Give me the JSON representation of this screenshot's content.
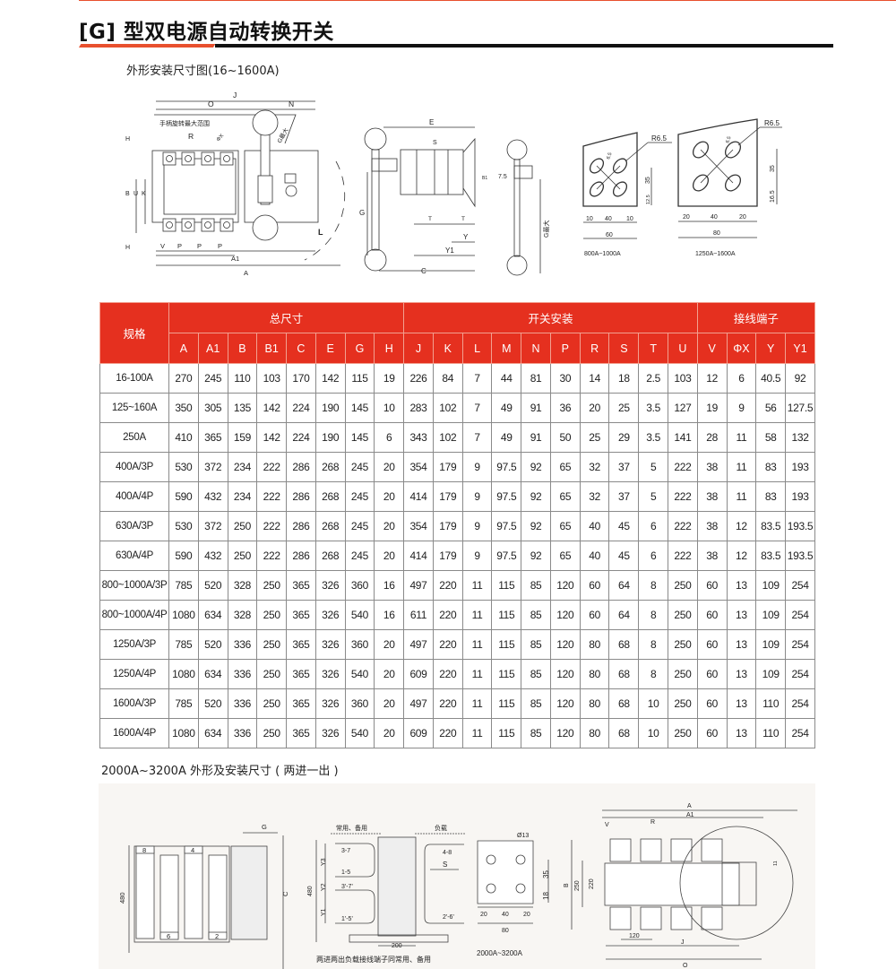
{
  "header": {
    "title": "[G] 型双电源自动转换开关",
    "subtitle": "外形安装尺寸图(16~1600A)"
  },
  "colors": {
    "accent": "#e5301f",
    "underline_dark": "#111111"
  },
  "drawing_top": {
    "front": {
      "J": "J",
      "O": "O",
      "N": "N",
      "H": "H",
      "R": "R",
      "B": "B",
      "U": "U",
      "K": "K",
      "L": "L",
      "V": "V",
      "P": "P",
      "A1": "A1",
      "A": "A",
      "range_note": "手柄旋转最大范围",
      "gmax": "G最大",
      "phi": "ΦX"
    },
    "side": {
      "E": "E",
      "S": "S",
      "B1": "B1",
      "G": "G",
      "T": "T",
      "Y": "Y",
      "Y1": "Y1",
      "C": "C",
      "d75": "7.5",
      "gmax": "G最大"
    },
    "plate1": {
      "r": "R6.5",
      "w": "6.5",
      "d35": "35",
      "d125": "12.5",
      "d10a": "10",
      "d40": "40",
      "d10b": "10",
      "d60": "60",
      "caption": "800A~1000A"
    },
    "plate2": {
      "r": "R6.5",
      "w": "6.5",
      "d35": "35",
      "d165": "16.5",
      "d20a": "20",
      "d40": "40",
      "d20b": "20",
      "d80": "80",
      "caption": "1250A~1600A"
    }
  },
  "table": {
    "spec_header": "规格",
    "groups": [
      {
        "label": "总尺寸",
        "span": 8
      },
      {
        "label": "开关安装",
        "span": 10
      },
      {
        "label": "接线端子",
        "span": 4
      }
    ],
    "columns": [
      "A",
      "A1",
      "B",
      "B1",
      "C",
      "E",
      "G",
      "H",
      "J",
      "K",
      "L",
      "M",
      "N",
      "P",
      "R",
      "S",
      "T",
      "U",
      "V",
      "ΦX",
      "Y",
      "Y1"
    ],
    "rows": [
      {
        "spec": "16-100A",
        "values": [
          "270",
          "245",
          "110",
          "103",
          "170",
          "142",
          "115",
          "19",
          "226",
          "84",
          "7",
          "44",
          "81",
          "30",
          "14",
          "18",
          "2.5",
          "103",
          "12",
          "6",
          "40.5",
          "92"
        ]
      },
      {
        "spec": "125~160A",
        "values": [
          "350",
          "305",
          "135",
          "142",
          "224",
          "190",
          "145",
          "10",
          "283",
          "102",
          "7",
          "49",
          "91",
          "36",
          "20",
          "25",
          "3.5",
          "127",
          "19",
          "9",
          "56",
          "127.5"
        ]
      },
      {
        "spec": "250A",
        "values": [
          "410",
          "365",
          "159",
          "142",
          "224",
          "190",
          "145",
          "6",
          "343",
          "102",
          "7",
          "49",
          "91",
          "50",
          "25",
          "29",
          "3.5",
          "141",
          "28",
          "11",
          "58",
          "132"
        ]
      },
      {
        "spec": "400A/3P",
        "values": [
          "530",
          "372",
          "234",
          "222",
          "286",
          "268",
          "245",
          "20",
          "354",
          "179",
          "9",
          "97.5",
          "92",
          "65",
          "32",
          "37",
          "5",
          "222",
          "38",
          "11",
          "83",
          "193"
        ]
      },
      {
        "spec": "400A/4P",
        "values": [
          "590",
          "432",
          "234",
          "222",
          "286",
          "268",
          "245",
          "20",
          "414",
          "179",
          "9",
          "97.5",
          "92",
          "65",
          "32",
          "37",
          "5",
          "222",
          "38",
          "11",
          "83",
          "193"
        ]
      },
      {
        "spec": "630A/3P",
        "values": [
          "530",
          "372",
          "250",
          "222",
          "286",
          "268",
          "245",
          "20",
          "354",
          "179",
          "9",
          "97.5",
          "92",
          "65",
          "40",
          "45",
          "6",
          "222",
          "38",
          "12",
          "83.5",
          "193.5"
        ]
      },
      {
        "spec": "630A/4P",
        "values": [
          "590",
          "432",
          "250",
          "222",
          "286",
          "268",
          "245",
          "20",
          "414",
          "179",
          "9",
          "97.5",
          "92",
          "65",
          "40",
          "45",
          "6",
          "222",
          "38",
          "12",
          "83.5",
          "193.5"
        ]
      },
      {
        "spec": "800~1000A/3P",
        "values": [
          "785",
          "520",
          "328",
          "250",
          "365",
          "326",
          "360",
          "16",
          "497",
          "220",
          "11",
          "115",
          "85",
          "120",
          "60",
          "64",
          "8",
          "250",
          "60",
          "13",
          "109",
          "254"
        ]
      },
      {
        "spec": "800~1000A/4P",
        "values": [
          "1080",
          "634",
          "328",
          "250",
          "365",
          "326",
          "540",
          "16",
          "611",
          "220",
          "11",
          "115",
          "85",
          "120",
          "60",
          "64",
          "8",
          "250",
          "60",
          "13",
          "109",
          "254"
        ]
      },
      {
        "spec": "1250A/3P",
        "values": [
          "785",
          "520",
          "336",
          "250",
          "365",
          "326",
          "360",
          "20",
          "497",
          "220",
          "11",
          "115",
          "85",
          "120",
          "80",
          "68",
          "8",
          "250",
          "60",
          "13",
          "109",
          "254"
        ]
      },
      {
        "spec": "1250A/4P",
        "values": [
          "1080",
          "634",
          "336",
          "250",
          "365",
          "326",
          "540",
          "20",
          "609",
          "220",
          "11",
          "115",
          "85",
          "120",
          "80",
          "68",
          "8",
          "250",
          "60",
          "13",
          "109",
          "254"
        ]
      },
      {
        "spec": "1600A/3P",
        "values": [
          "785",
          "520",
          "336",
          "250",
          "365",
          "326",
          "360",
          "20",
          "497",
          "220",
          "11",
          "115",
          "85",
          "120",
          "80",
          "68",
          "10",
          "250",
          "60",
          "13",
          "110",
          "254"
        ]
      },
      {
        "spec": "1600A/4P",
        "values": [
          "1080",
          "634",
          "336",
          "250",
          "365",
          "326",
          "540",
          "20",
          "609",
          "220",
          "11",
          "115",
          "85",
          "120",
          "80",
          "68",
          "10",
          "250",
          "60",
          "13",
          "110",
          "254"
        ]
      }
    ]
  },
  "section2": {
    "title": "2000A~3200A 外形及安装尺寸 ( 两进一出 )",
    "front": {
      "G": "G",
      "t8": "8",
      "t4": "4",
      "t6": "6",
      "t2": "2",
      "h480": "480",
      "C": "C"
    },
    "terminals": {
      "normal_backup": "常用、备用",
      "load": "负载",
      "a": "3-7",
      "b": "1-5",
      "c": "3'-7'",
      "d": "1'-5'",
      "e": "4-8",
      "f": "2'-6'",
      "S": "S",
      "Y3": "Y3",
      "Y2": "Y2",
      "Y1": "Y1",
      "h480": "480",
      "w200": "200",
      "note": "两进两出负载接线端子同常用、备用"
    },
    "plate": {
      "hole": "Ø13",
      "d35": "35",
      "d18": "18",
      "d20a": "20",
      "d40": "40",
      "d20b": "20",
      "d80": "80",
      "caption": "2000A~3200A"
    },
    "top": {
      "A": "A",
      "A1": "A1",
      "V": "V",
      "R": "R",
      "B": "B",
      "d250": "250",
      "d220": "220",
      "d120": "120",
      "J": "J",
      "O": "O",
      "d11": "11"
    }
  }
}
